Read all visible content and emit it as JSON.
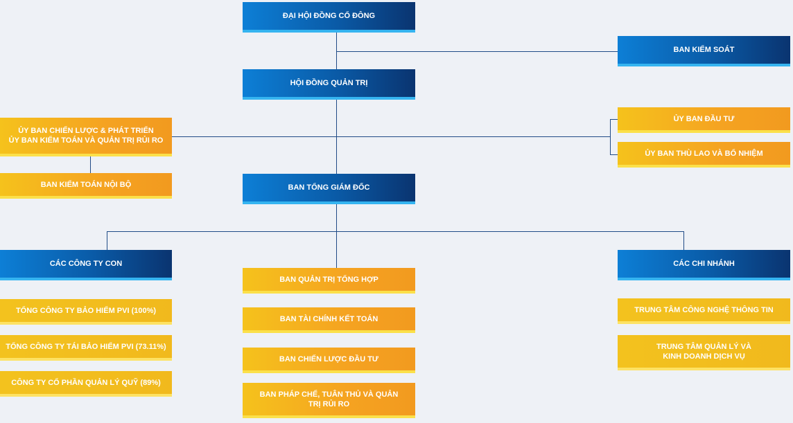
{
  "colors": {
    "blue_box": "#0a5aa6",
    "blue_accent": "#35b4f0",
    "orange_box": "#f5a321",
    "yellow_box": "#f3c21e",
    "connector": "#1f4a86",
    "background": "#eef1f6"
  },
  "nodes": {
    "dai_hoi_dong_co_dong": "ĐẠI HỘI ĐỒNG CỔ ĐÔNG",
    "ban_kiem_soat": "BAN KIỂM SOÁT",
    "hoi_dong_quan_tri": "HỘI ĐỒNG QUẢN TRỊ",
    "uy_ban_chien_luoc_line1": "ỦY BAN CHIẾN LƯỢC & PHÁT TRIỂN",
    "uy_ban_chien_luoc_line2": "ỦY BAN KIỂM TOÁN VÀ QUẢN TRỊ RỦI RO",
    "ban_kiem_toan_noi_bo": "BAN KIỂM TOÁN NỘI BỘ",
    "uy_ban_dau_tu": "ỦY BAN ĐẦU TƯ",
    "uy_ban_thu_lao": "ỦY BAN THÙ LAO VÀ BỔ NHIỆM",
    "ban_tong_giam_doc": "BAN TỔNG GIÁM ĐỐC",
    "cac_cong_ty_con": "CÁC CÔNG TY CON",
    "cac_chi_nhanh": "CÁC CHI NHÁNH"
  },
  "subsidiaries": [
    "TỔNG CÔNG TY BẢO HIỂM PVI (100%)",
    "TỔNG CÔNG TY TÁI BẢO HIỂM PVI (73.11%)",
    "CÔNG TY CỔ PHẦN QUẢN LÝ QUỸ (89%)"
  ],
  "departments": [
    "BAN QUẢN TRỊ TỔNG HỢP",
    "BAN TÀI CHÍNH KẾT TOÁN",
    "BAN CHIẾN LƯỢC ĐẦU TƯ"
  ],
  "department_4_line1": "BAN PHÁP CHẾ, TUÂN THỦ VÀ QUẢN",
  "department_4_line2": "TRỊ RỦI RO",
  "branches": [
    "TRUNG TÂM CÔNG NGHỆ THÔNG TIN"
  ],
  "branch_2_line1": "TRUNG TÂM QUẢN LÝ VÀ",
  "branch_2_line2": "KINH DOANH DỊCH VỤ"
}
